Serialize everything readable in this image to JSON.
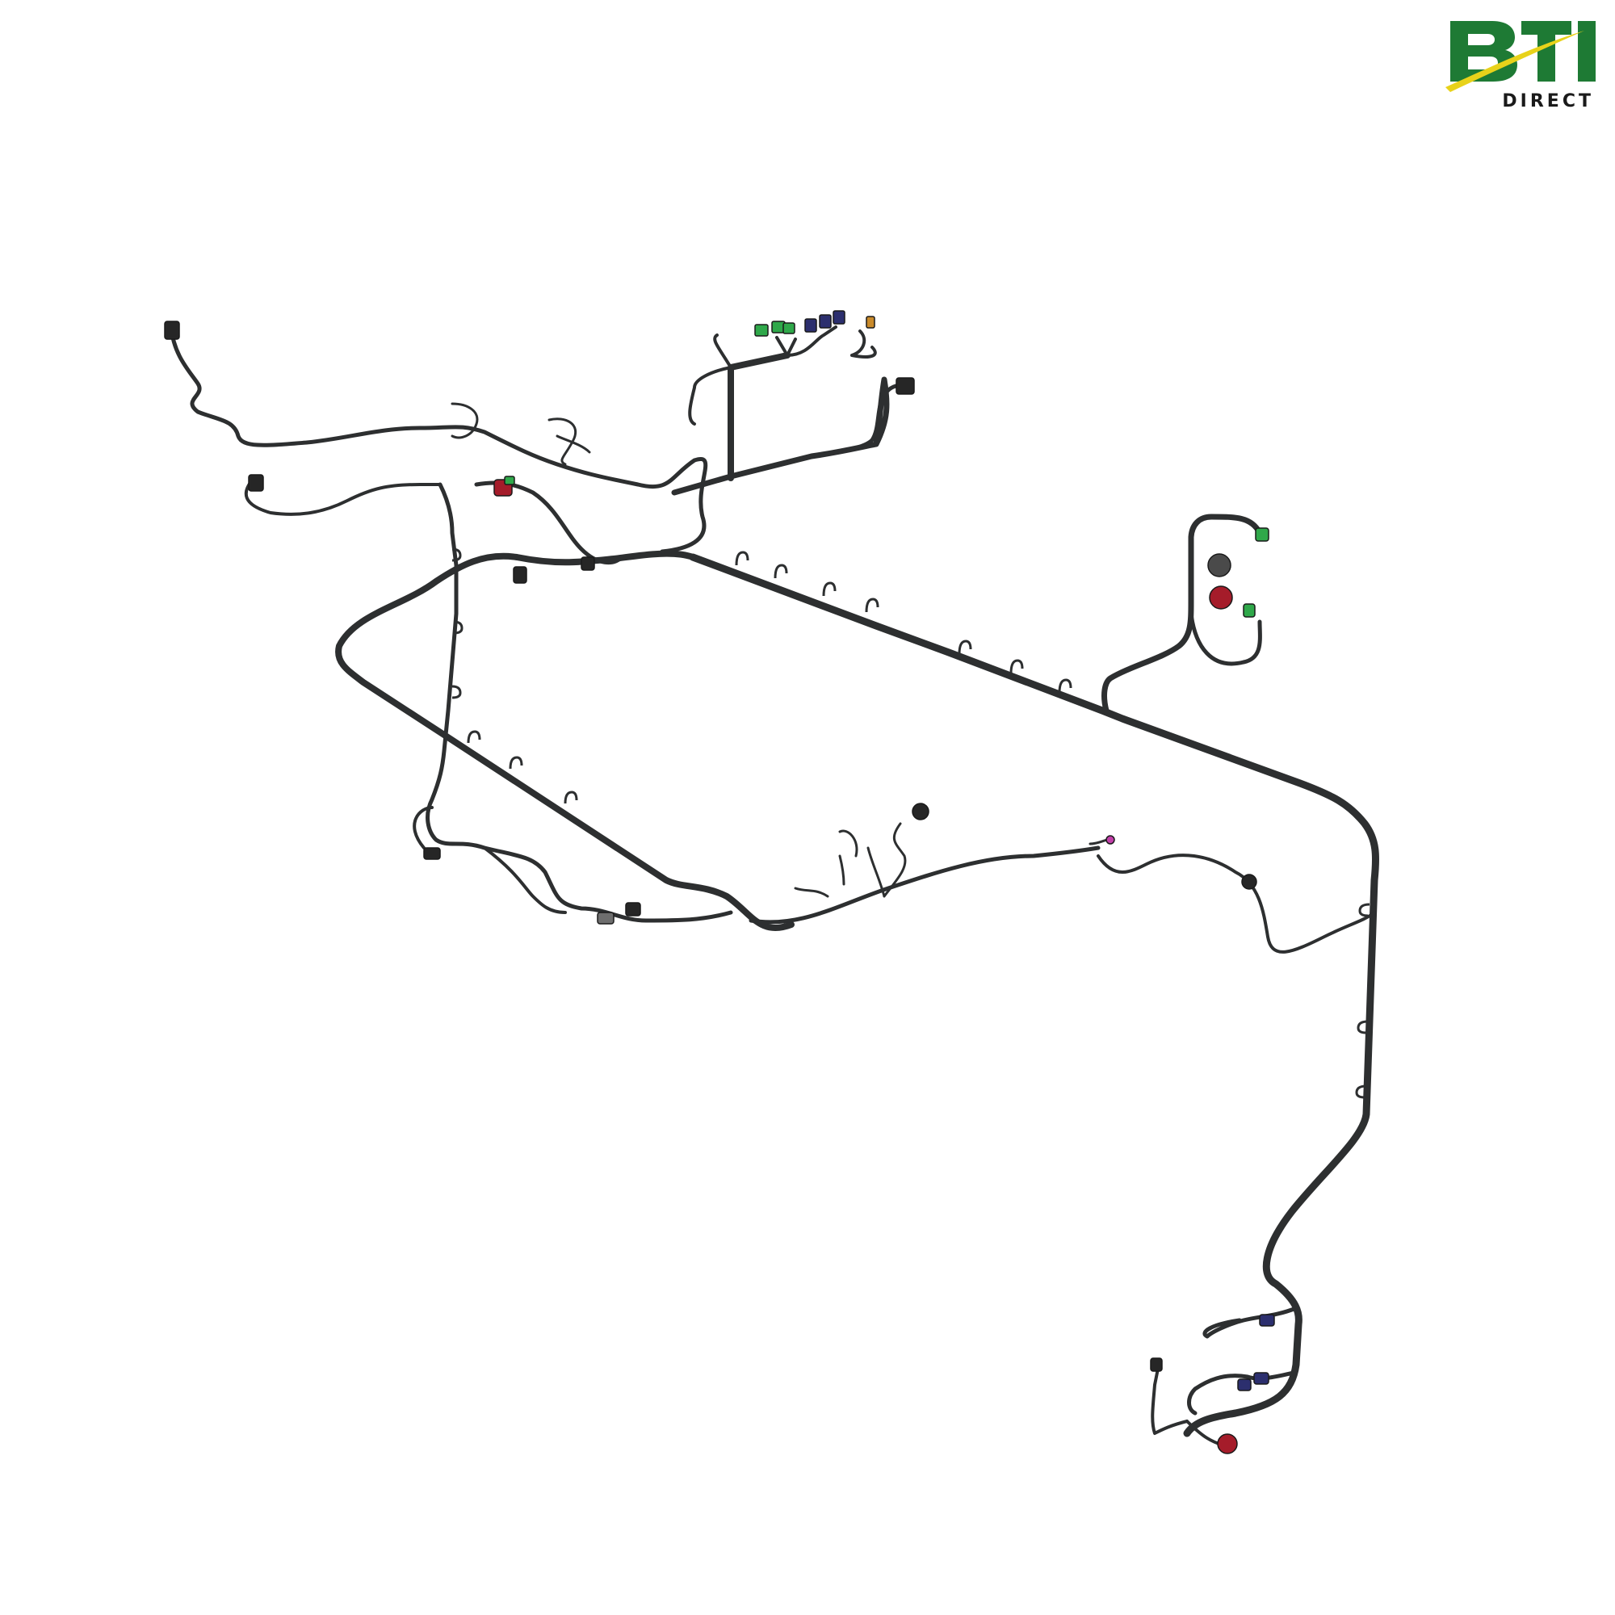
{
  "logo": {
    "brand": "BTI",
    "subtitle": "DIRECT",
    "brand_color": "#1e7a34",
    "swoosh_color": "#e8d21a",
    "subtitle_color": "#1a1a1a"
  },
  "image": {
    "subject": "wiring-harness",
    "wire_color": "#2d2f30",
    "connector_colors": {
      "black": "#262626",
      "green": "#2fa84a",
      "navy": "#2c2f6e",
      "red": "#a51c2a",
      "orange": "#c98a2a",
      "gray": "#6e6e6e",
      "magenta": "#c23fa9"
    }
  }
}
